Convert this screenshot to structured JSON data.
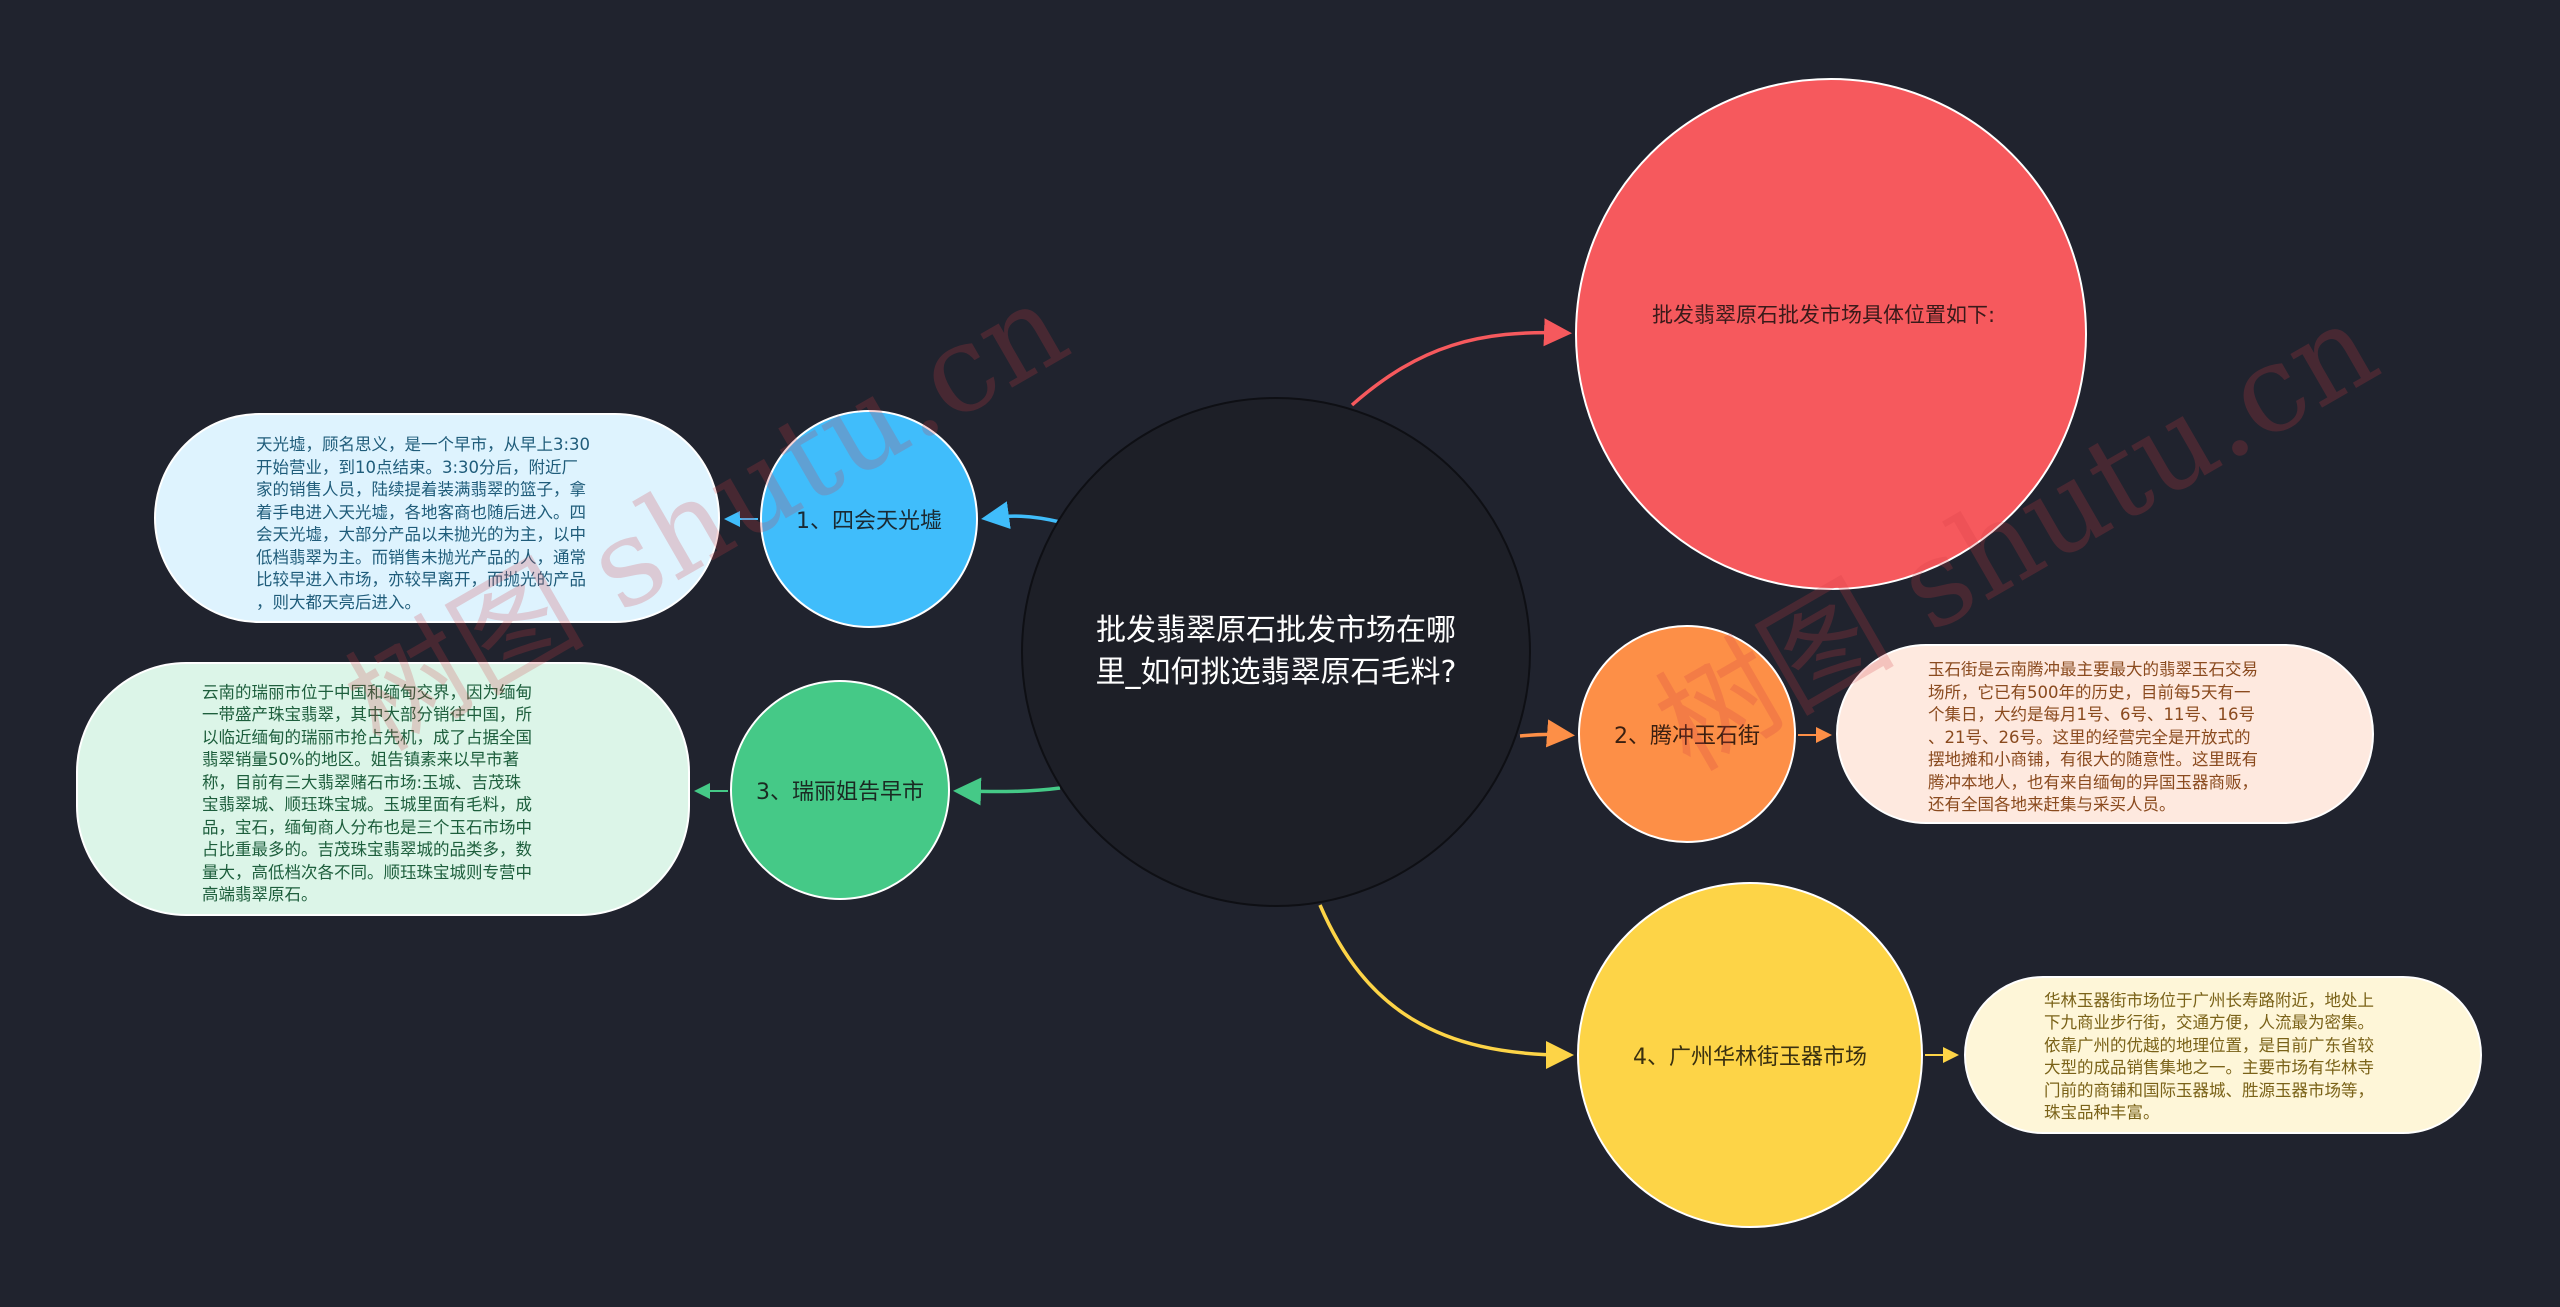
{
  "center": {
    "title": "批发翡翠原石批发市场在哪里_如何挑选翡翠原石毛料?"
  },
  "top_branch": {
    "text": "批发翡翠原石批发市场具体位置如下:",
    "color": "#f6595d"
  },
  "branches": [
    {
      "id": "n1",
      "label": "1、四会天光墟",
      "color": "#40bdfb",
      "detail": "天光墟，顾名思义，是一个早市，从早上3:30\n开始营业，到10点结束。3:30分后，附近厂\n家的销售人员，陆续提着装满翡翠的篮子，拿\n着手电进入天光墟，各地客商也随后进入。四\n会天光墟，大部分产品以未抛光的为主，以中\n低档翡翠为主。而销售未抛光产品的人，通常\n比较早进入市场，亦较早离开，而抛光的产品\n，则大都天亮后进入。"
    },
    {
      "id": "n2",
      "label": "2、腾冲玉石街",
      "color": "#fd8f47",
      "detail": "玉石街是云南腾冲最主要最大的翡翠玉石交易\n场所，它已有500年的历史，目前每5天有一\n个集日，大约是每月1号、6号、11号、16号\n、21号、26号。这里的经营完全是开放式的\n摆地摊和小商铺，有很大的随意性。这里既有\n腾冲本地人，也有来自缅甸的异国玉器商贩，\n还有全国各地来赶集与采买人员。"
    },
    {
      "id": "n3",
      "label": "3、瑞丽姐告早市",
      "color": "#45c987",
      "detail": "云南的瑞丽市位于中国和缅甸交界，因为缅甸\n一带盛产珠宝翡翠，其中大部分销往中国，所\n以临近缅甸的瑞丽市抢占先机，成了占据全国\n翡翠销量50%的地区。姐告镇素来以早市著\n称，目前有三大翡翠赌石市场:玉城、吉茂珠\n宝翡翠城、顺珏珠宝城。玉城里面有毛料，成\n品，宝石，缅甸商人分布也是三个玉石市场中\n占比重最多的。吉茂珠宝翡翠城的品类多，数\n量大，高低档次各不同。顺珏珠宝城则专营中\n高端翡翠原石。"
    },
    {
      "id": "n4",
      "label": "4、广州华林街玉器市场",
      "color": "#fdd447",
      "detail": "华林玉器街市场位于广州长寿路附近，地处上\n下九商业步行街，交通方便，人流最为密集。\n依靠广州的优越的地理位置，是目前广东省较\n大型的成品销售集地之一。主要市场有华林寺\n门前的商铺和国际玉器城、胜源玉器市场等，\n珠宝品种丰富。"
    }
  ],
  "watermark": "树图 shutu.cn"
}
